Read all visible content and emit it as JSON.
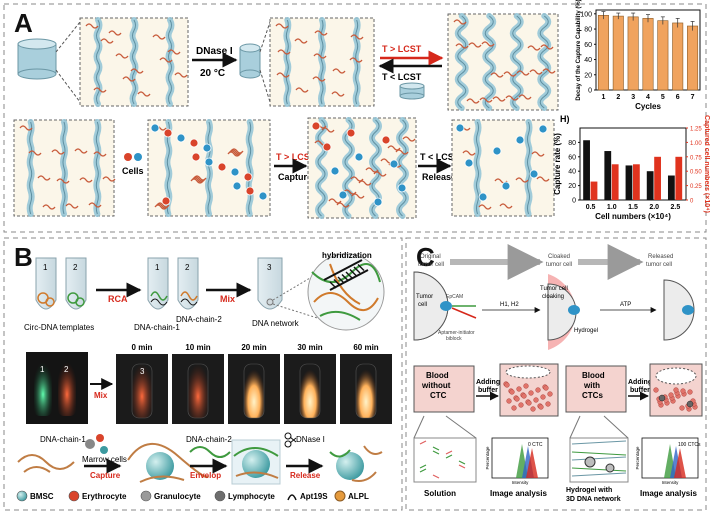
{
  "panels": {
    "a": {
      "letter": "A",
      "dnase_label_1": "DNase I",
      "dnase_label_2": "20 °C",
      "t_gt_lcst": "T > LCST",
      "t_lt_lcst": "T < LCST",
      "cells_label": "Cells",
      "capture_label_1": "T > LCST",
      "capture_label_2": "Capture",
      "release_label_1": "T < LCST",
      "release_label_2": "Release"
    },
    "b": {
      "letter": "B",
      "tube1": "1",
      "tube2": "2",
      "tube3": "3",
      "circ_label": "Circ-DNA templates",
      "rca_label": "RCA",
      "mix_label": "Mix",
      "chain1_label": "DNA-chain-1",
      "chain2_label": "DNA-chain-2",
      "network_label": "DNA network",
      "hybridization_label": "hybridization",
      "photo_times": [
        "0 min",
        "10 min",
        "20 min",
        "30 min",
        "60 min"
      ],
      "photo_mix": "Mix",
      "photo_tube1": "1",
      "photo_tube2": "2",
      "photo_tube3": "3",
      "bottom_chain1": "DNA-chain-1",
      "marrow_label": "Marrow cells",
      "capture_label": "Capture",
      "bottom_chain2": "DNA-chain-2",
      "envelop_label": "Envelop",
      "dnase_label": "DNase I",
      "release_label": "Release",
      "legend": [
        "BMSC",
        "Erythrocyte",
        "Granulocyte",
        "Lymphocyte",
        "Apt19S",
        "ALPL"
      ]
    },
    "c": {
      "letter": "C",
      "original_label_1": "Original",
      "original_label_2": "tumor cell",
      "cloaked_label_1": "Cloaked",
      "cloaked_label_2": "tumor cell",
      "released_label_1": "Released",
      "released_label_2": "tumor cell",
      "tumor_cell_1": "Tumor",
      "tumor_cell_2": "cell",
      "epcam_label": "EpCAM",
      "h1h2_label": "H1, H2",
      "cloaking_1": "Tumor cell",
      "cloaking_2": "cloaking",
      "hydrogel_label": "Hydrogel",
      "atp_label": "ATP",
      "aptamer_1": "Aptamer-initiator",
      "aptamer_2": "biblock",
      "blood_without": [
        "Blood",
        "without",
        "CTC"
      ],
      "adding_buffer_1": [
        "Adding",
        "buffer"
      ],
      "blood_with": [
        "Blood",
        "with",
        "CTCs"
      ],
      "adding_buffer_2": [
        "Adding",
        "buffer"
      ],
      "solution_label": "Solution",
      "image_analysis_1": "Image analysis",
      "hydrogel_network_1": "Hydrogel with",
      "hydrogel_network_2": "3D DNA network",
      "image_analysis_2": "Image analysis",
      "ctc_count_1": "0 CTC",
      "ctc_count_2": "100 CTCs",
      "hist_ylabel": "Percentage",
      "hist_xlabel": "Intensity"
    }
  },
  "colors": {
    "dna_blue": "#8fc3d6",
    "fiber_red": "#c85b3b",
    "bar_orange": "#f0a35e",
    "bar_black": "#111111",
    "bar_red": "#e0331e",
    "cell_blue": "#2f93c7",
    "cell_red": "#d9442b",
    "photo_bg": "#1b1b1b"
  },
  "chart_data": [
    {
      "type": "bar",
      "title": "",
      "xlabel": "Cycles",
      "ylabel": "Decay of the Capture Capability (%)",
      "categories": [
        "1",
        "2",
        "3",
        "4",
        "5",
        "6",
        "7"
      ],
      "values": [
        98,
        97,
        96,
        94,
        91,
        88,
        84
      ],
      "errors": [
        5,
        4,
        5,
        5,
        5,
        6,
        6
      ],
      "yticks": [
        "0",
        "20",
        "40",
        "60",
        "80",
        "100"
      ],
      "ylim": [
        0,
        105
      ]
    },
    {
      "type": "bar",
      "panel_tag": "H)",
      "xlabel": "Cell numbers (×10⁴)",
      "ylabel": "Capture rate (%)",
      "ylabel2": "Captured cell numbers (×10⁴)",
      "categories": [
        "0.5",
        "1.0",
        "1.5",
        "2.0",
        "2.5"
      ],
      "series": [
        {
          "values": [
            83,
            68,
            48,
            40,
            34
          ],
          "axis": "left"
        },
        {
          "values": [
            0.32,
            0.62,
            0.62,
            0.75,
            0.75
          ],
          "axis": "right"
        }
      ],
      "ylim": [
        0,
        100
      ],
      "y2lim": [
        0,
        1.25
      ],
      "yticks": [
        "0",
        "20",
        "40",
        "60",
        "80"
      ],
      "y2ticks": [
        "0",
        "0.25",
        "0.50",
        "0.75",
        "1.00",
        "1.25"
      ]
    }
  ]
}
